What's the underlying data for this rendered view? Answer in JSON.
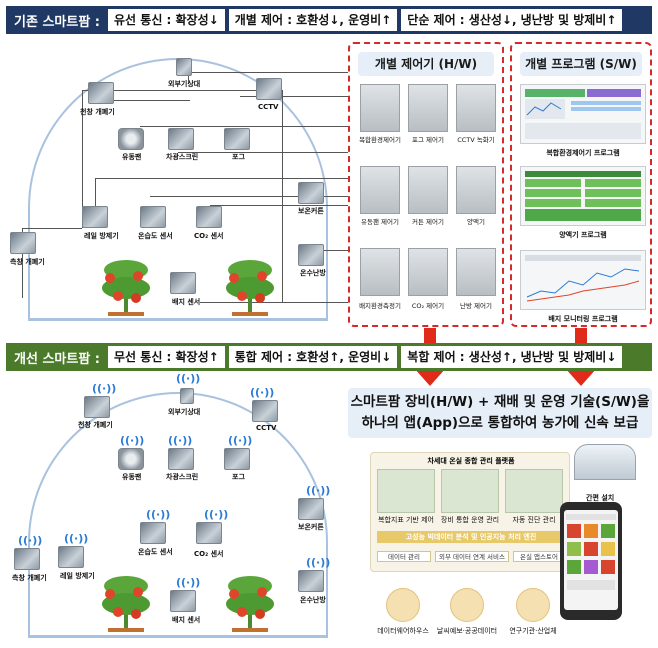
{
  "top_banner": {
    "lead": "기존 스마트팜 :",
    "segments": [
      "유선 통신 : 확장성↓",
      "개별 제어 : 호환성↓, 운영비↑",
      "단순 제어 : 생산성↓, 냉난방 및 방제비↑"
    ]
  },
  "mid_banner": {
    "lead": "개선 스마트팜 :",
    "segments": [
      "무선 통신 : 확장성↑",
      "통합 제어 : 호환성↑, 운영비↓",
      "복합 제어 : 생산성↑, 냉난방 및 방제비↓"
    ]
  },
  "greenhouse_labels": {
    "roof_vent": "천창 개폐기",
    "weather": "외부기상대",
    "cctv": "CCTV",
    "fan": "유동팬",
    "shade": "차광스크린",
    "fog": "포그",
    "curtain": "보온커튼",
    "rail_pest": "레일 방제기",
    "temp_humid": "온습도 센서",
    "co2": "CO₂ 센서",
    "side_vent": "측창 개폐기",
    "heater": "온수난방",
    "media": "배지 센서"
  },
  "hw_panel": {
    "title": "개별 제어기 (H/W)",
    "devices": [
      "복합환경제어기",
      "포그 제어기",
      "CCTV 녹화기",
      "유동팬 제어기",
      "커튼 제어기",
      "양액기",
      "배지환경측정기",
      "CO₂ 제어기",
      "난방 제어기"
    ]
  },
  "sw_panel": {
    "title": "개별 프로그램 (S/W)",
    "screens": [
      "복합환경제어기 프로그램",
      "양액기 프로그램",
      "배지 모니터링 프로그램"
    ]
  },
  "headline": {
    "line1": "스마트팜 장비(H/W) + 재배 및 운영 기술(S/W)을",
    "line2": "하나의 앱(App)으로 통합하여 농가에 신속 보급"
  },
  "platform": {
    "title": "차세대 온실 종합 관리 플랫폼",
    "tiles": [
      "복합지표 기반 제어",
      "장비 통합 운영 관리",
      "자동 진단 관리"
    ],
    "engine": "고성능 빅데이터 분석 및 인공지능 처리 엔진",
    "chips": [
      "데이터 관리",
      "외부 데이터 연계 서비스",
      "온실 앱스토어"
    ],
    "install": "간편 설치"
  },
  "sources": [
    "데이터웨어하우스",
    "날씨예보·공공데이터",
    "연구기관·산업체"
  ],
  "colors": {
    "top_banner": "#1f3864",
    "mid_banner": "#4a7a2a",
    "panel_border": "#d42a2a",
    "arrow": "#e02a1a",
    "wifi": "#2a7ad8"
  }
}
